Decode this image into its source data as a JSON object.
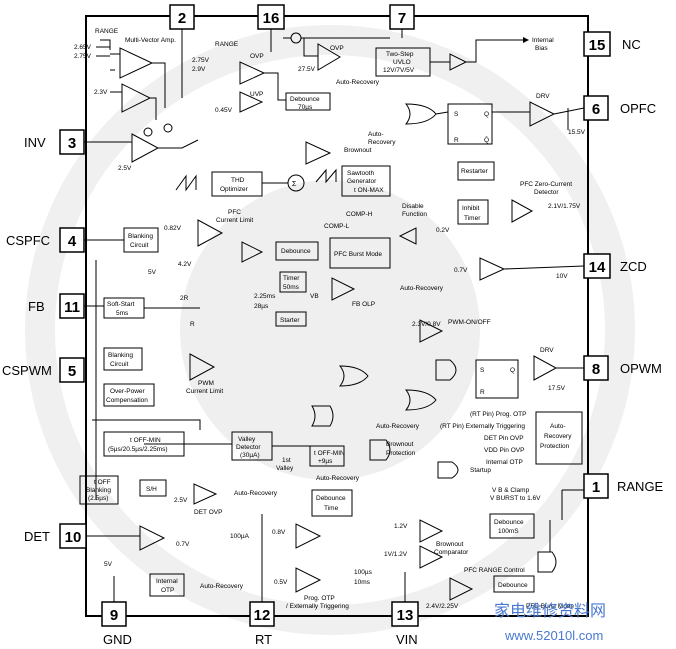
{
  "pins": {
    "p1": {
      "num": "1",
      "label": "RANGE"
    },
    "p2": {
      "num": "2",
      "label": ""
    },
    "p3": {
      "num": "3",
      "label": "INV"
    },
    "p4": {
      "num": "4",
      "label": "CSPFC"
    },
    "p5": {
      "num": "5",
      "label": "CSPWM"
    },
    "p6": {
      "num": "6",
      "label": "OPFC"
    },
    "p7": {
      "num": "7",
      "label": ""
    },
    "p8": {
      "num": "8",
      "label": "OPWM"
    },
    "p9": {
      "num": "9",
      "label": "GND"
    },
    "p10": {
      "num": "10",
      "label": "DET"
    },
    "p11": {
      "num": "11",
      "label": "FB"
    },
    "p12": {
      "num": "12",
      "label": "RT"
    },
    "p13": {
      "num": "13",
      "label": "VIN"
    },
    "p14": {
      "num": "14",
      "label": "ZCD"
    },
    "p15": {
      "num": "15",
      "label": "NC"
    },
    "p16": {
      "num": "16",
      "label": ""
    }
  },
  "blocks": {
    "multivector": "Multi-Vector Amp.",
    "range_top": "RANGE",
    "range_ovp": "RANGE",
    "ovp": "OVP",
    "uvp": "UVP",
    "ovp2": "OVP",
    "auto_recovery_ovp": "Auto-Recovery",
    "uvlo1": "Two-Step",
    "uvlo2": "UVLO",
    "uvlo3": "12V/7V/5V",
    "internal": "Internal",
    "bias": "Bias",
    "debounce70_1": "Debounce",
    "debounce70_2": "70µs",
    "thd1": "THD",
    "thd2": "Optimizer",
    "sawtooth1": "Sawtooth",
    "sawtooth2": "Generator",
    "sawtooth3": "t ON-MAX",
    "blanking1": "Blanking",
    "blanking2": "Circuit",
    "pfc_cl1": "PFC",
    "pfc_cl2": "Current Limit",
    "debounce_cs": "Debounce",
    "pfc_burst": "PFC Burst Mode",
    "restarter": "Restarter",
    "inhibit1": "Inhibit",
    "inhibit2": "Timer",
    "disable1": "Disable",
    "disable2": "Function",
    "drv_pfc": "DRV",
    "pfc_zc1": "PFC Zero-Current",
    "pfc_zc2": "Detector",
    "softstart1": "Soft-Start",
    "softstart2": "5ms",
    "timer1": "Timer",
    "timer2": "50ms",
    "fb_olp": "FB OLP",
    "starter": "Starter",
    "auto_recovery_fb": "Auto-Recovery",
    "pwm_onoff": "PWM-ON/OFF",
    "blanking_pwm1": "Blanking",
    "blanking_pwm2": "Circuit",
    "pwm_cl1": "PWM",
    "pwm_cl2": "Current Limit",
    "overpower1": "Over-Power",
    "overpower2": "Compensation",
    "drv_pwm": "DRV",
    "toffmin1": "t OFF-MIN",
    "toffmin2": "(5µs/20.5µs/2.25ms)",
    "valley1": "Valley",
    "valley2": "Detector",
    "valley3": "(30µA)",
    "first_valley1": "1st",
    "first_valley2": "Valley",
    "toffmin_9us1": "t OFF-MIN",
    "toffmin_9us2": "+9µs",
    "auto_recovery_pwm": "Auto-Recovery",
    "brownout_prot1": "Brownout",
    "brownout_prot2": "Protection",
    "startup": "Startup",
    "prot_list": [
      "(RT Pin) Prog. OTP",
      "(RT Pin) Externally Triggering",
      "DET Pin OVP",
      "VDD Pin OVP",
      "Internal OTP"
    ],
    "autorecovery_prot1": "Auto-",
    "autorecovery_prot2": "Recovery",
    "autorecovery_prot3": "Protection",
    "toff_blank1": "t OFF",
    "toff_blank2": "Blanking",
    "toff_blank3": "(2.5µs)",
    "sh": "S/H",
    "det_ovp": "DET OVP",
    "auto_recovery_det": "Auto-Recovery",
    "auto_recovery_deb": "Auto-Recovery",
    "debtime1": "Debounce",
    "debtime2": "Time",
    "internal_otp1": "Internal",
    "internal_otp2": "OTP",
    "auto_recovery_otp": "Auto-Recovery",
    "prog_otp1": "Prog. OTP",
    "prog_otp2": "/ Externally Triggering",
    "brownout_comp1": "Brownout",
    "brownout_comp2": "Comparator",
    "debounce100_1": "Debounce",
    "debounce100_2": "100mS",
    "vb_clamp1": "V B & Clamp",
    "vb_clamp2": "V BURST to 1.6V",
    "pfc_range_ctrl": "PFC RANGE Control",
    "debounce_range": "Debounce",
    "pfc_burst_mode": "PFC Burst Mode",
    "brownout": "Brownout",
    "auto_recovery_top": "Auto-",
    "auto_recovery_top2": "Recovery",
    "comp_l": "COMP-L",
    "comp_h": "COMP-H",
    "watermark_cn": "家电维修资料网",
    "watermark_url": "www.52010l.com"
  },
  "values": {
    "v265": "2.65V",
    "v275": "2.75V",
    "v23": "2.3V",
    "v25": "2.5V",
    "v275b": "2.75V",
    "v29": "2.9V",
    "v045": "0.45V",
    "v275c": "27.5V",
    "v082": "0.82V",
    "v42": "4.2V",
    "v5": "5V",
    "v225": "2.25ms",
    "v28": "28µs",
    "v02": "0.2V",
    "v07": "0.7V",
    "v10": "10V",
    "v155": "15.5V",
    "v175": "17.5V",
    "v21": "2.1V/1.75V",
    "v23b": "2.3V/0.8V",
    "v25b": "2.5V",
    "v07b": "0.7V",
    "v5b": "5V",
    "v08": "0.8V",
    "v05": "0.5V",
    "v100ua": "100µA",
    "v100us": "100µs",
    "v10ms": "10ms",
    "v12": "1.2V",
    "v112": "1V/1.2V",
    "v24": "2.4V/2.25V",
    "r2r": "2R",
    "r": "R",
    "vb": "VB"
  }
}
